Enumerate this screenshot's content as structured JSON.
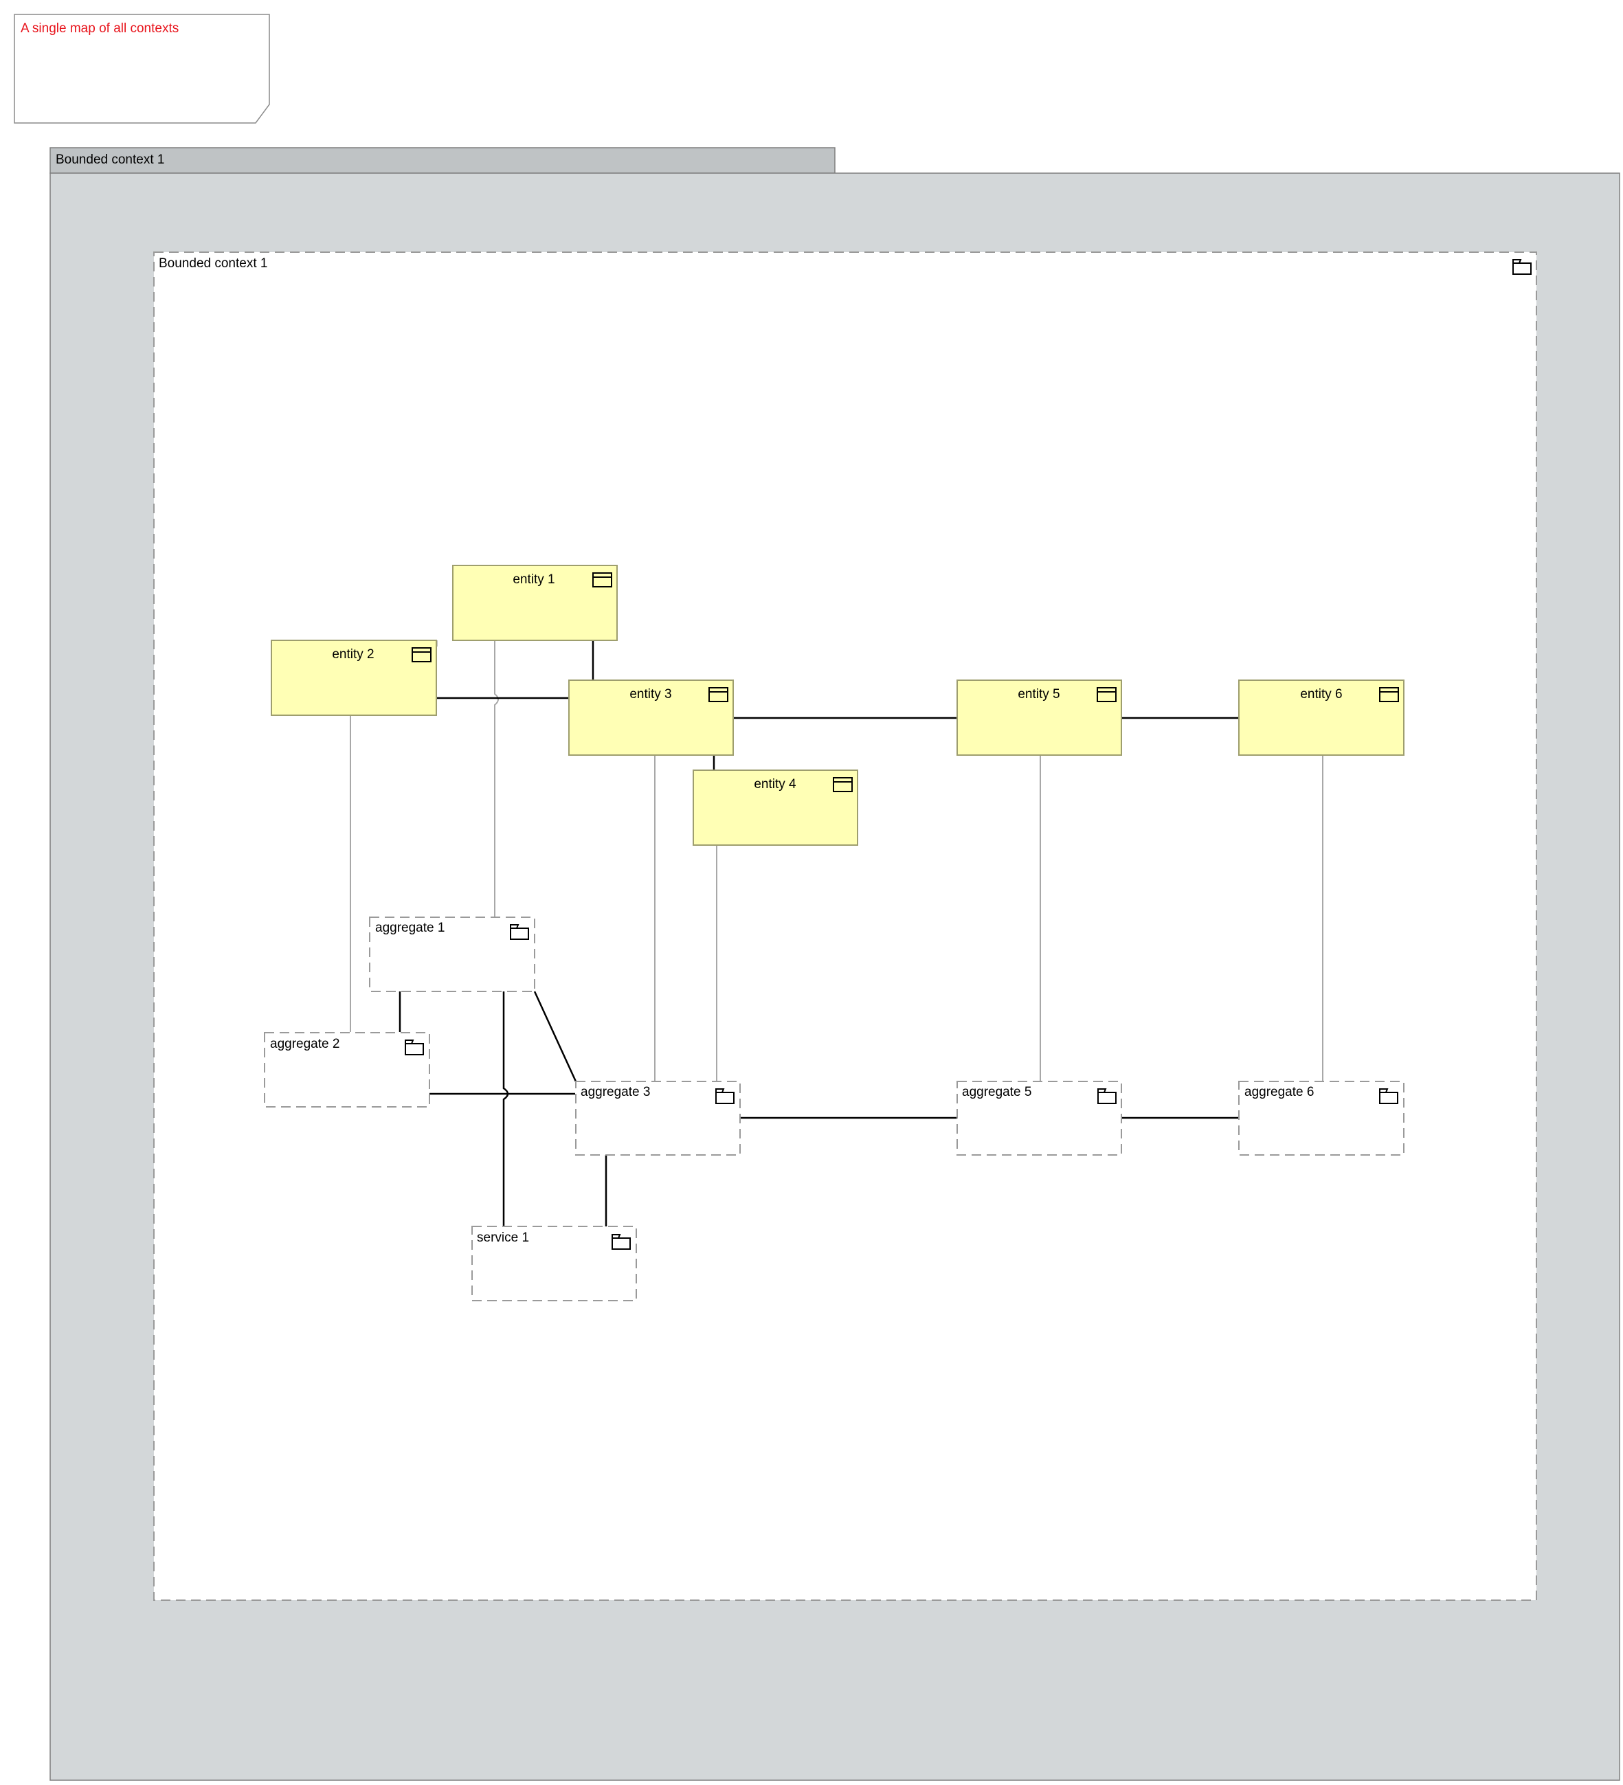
{
  "note": {
    "text": "A single map of all contexts",
    "color": "#e8141c"
  },
  "outer_group": {
    "label": "Bounded context 1",
    "tab_fill": "#bfc3c5",
    "body_fill": "#d3d7d9"
  },
  "inner_group": {
    "label": "Bounded context 1",
    "icon": "folder-icon"
  },
  "entities": [
    {
      "label": "entity 1",
      "icon": "entity-icon"
    },
    {
      "label": "entity 2",
      "icon": "entity-icon"
    },
    {
      "label": "entity 3",
      "icon": "entity-icon"
    },
    {
      "label": "entity 4",
      "icon": "entity-icon"
    },
    {
      "label": "entity 5",
      "icon": "entity-icon"
    },
    {
      "label": "entity 6",
      "icon": "entity-icon"
    }
  ],
  "aggregates": [
    {
      "label": "aggregate 1",
      "icon": "folder-icon"
    },
    {
      "label": "aggregate 2",
      "icon": "folder-icon"
    },
    {
      "label": "aggregate 3",
      "icon": "folder-icon"
    },
    {
      "label": "aggregate 5",
      "icon": "folder-icon"
    },
    {
      "label": "aggregate 6",
      "icon": "folder-icon"
    }
  ],
  "services": [
    {
      "label": "service 1",
      "icon": "folder-icon"
    }
  ],
  "colors": {
    "entity_fill": "#ffffb5",
    "entity_stroke": "#9e9e6e",
    "dashed_stroke": "#9a9a9a",
    "connector_dark": "#000000",
    "connector_light": "#a8a8a8"
  }
}
